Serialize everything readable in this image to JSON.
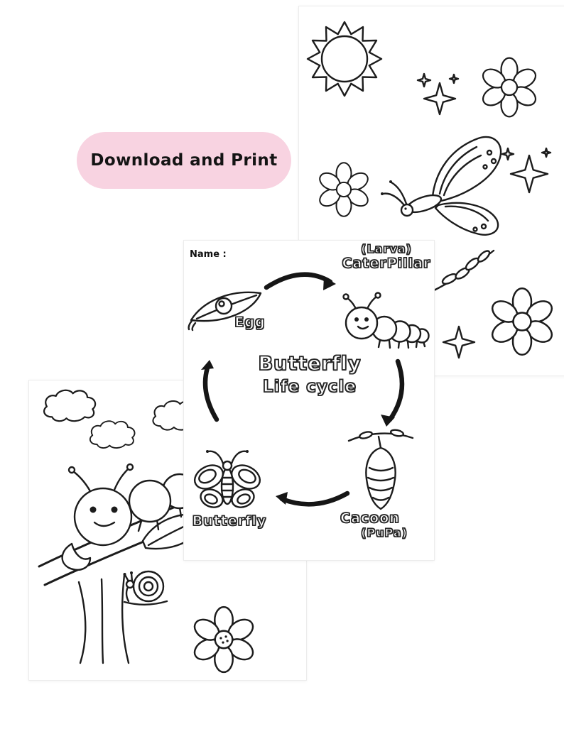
{
  "badge": {
    "label": "Download and Print",
    "bg": "#f8d3e1"
  },
  "cycle_sheet": {
    "name_label": "Name :",
    "title": {
      "line1": "Butterfly",
      "line2": "Life cycle"
    },
    "stages": {
      "egg": {
        "label": "Egg"
      },
      "caterpillar": {
        "line1": "(Larva)",
        "line2": "CaterPillar"
      },
      "cocoon": {
        "line1": "Cacoon",
        "line2": "(PuPa)"
      },
      "butterfly": {
        "label": "Butterfly"
      }
    }
  },
  "colors": {
    "line": "#1c1c1c",
    "arrow": "#161616",
    "badge_bg": "#f8d3e1",
    "paper": "#ffffff"
  }
}
